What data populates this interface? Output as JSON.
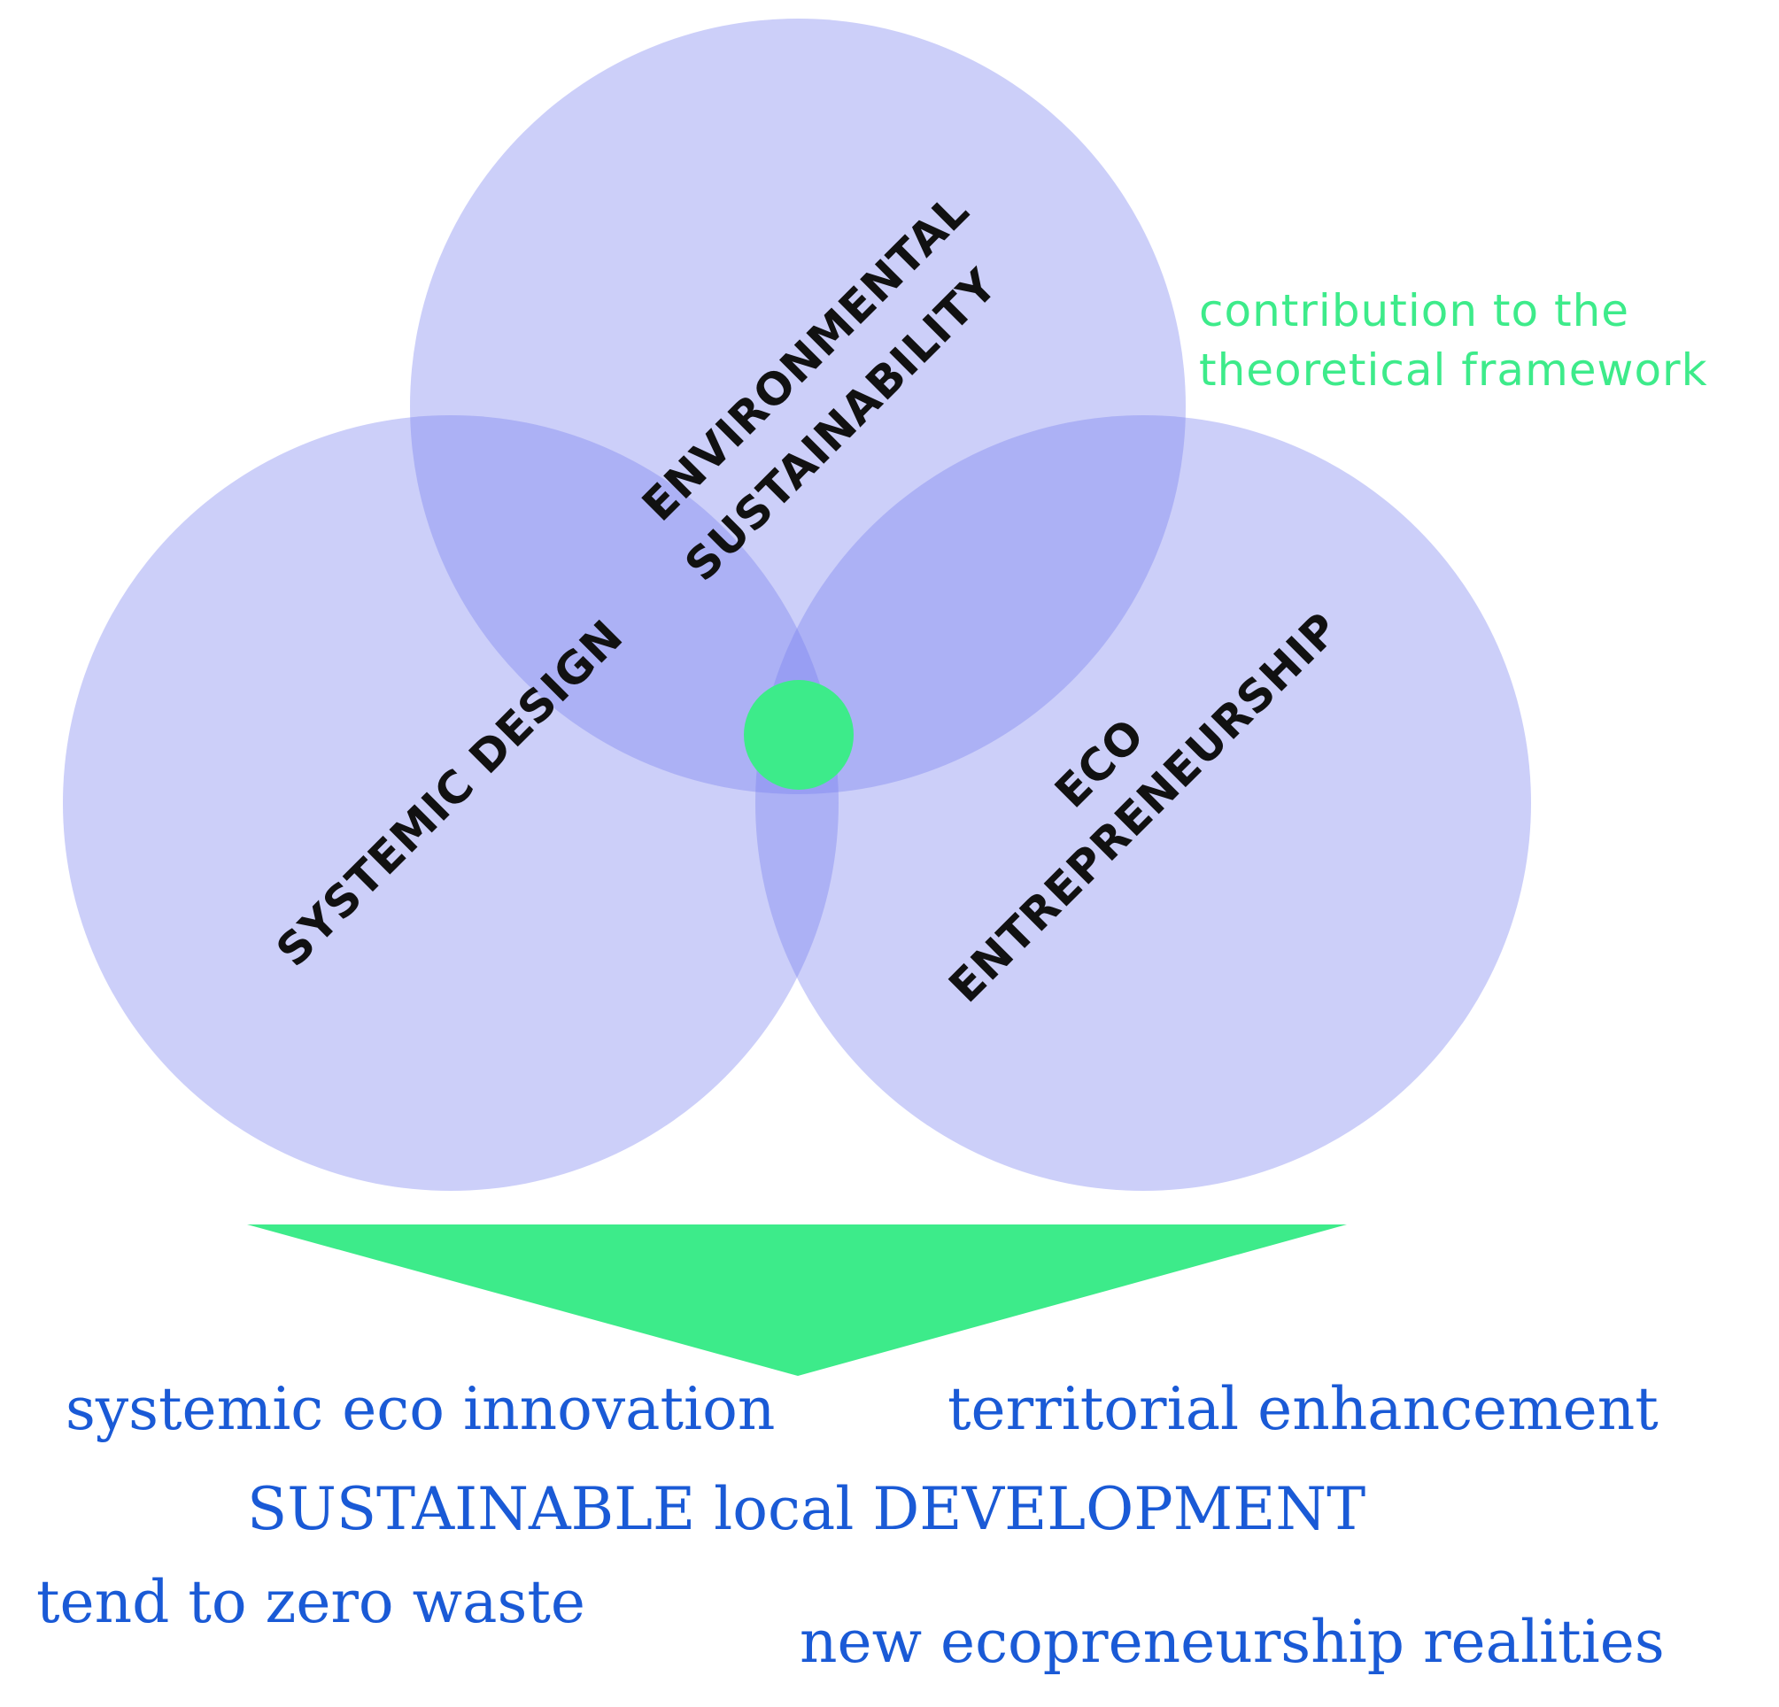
{
  "colors": {
    "circle_fill": "#7882f0",
    "accent_green": "#3deb8a",
    "outcome_blue": "#1a5ad6",
    "label_dark": "#111111"
  },
  "circles": {
    "top": "ENVIRONMENTAL SUSTAINABILITY",
    "left": "SYSTEMIC DESIGN",
    "right": "ECO ENTREPRENEURSHIP"
  },
  "labels": {
    "env_line1": "ENVIRONMENTAL",
    "env_line2": "SUSTAINABILITY",
    "systemic": "SYSTEMIC DESIGN",
    "eco_line1": "ECO",
    "eco_line2": "ENTREPRENEURSHIP"
  },
  "note": {
    "line1": "contribution to the",
    "line2": "theoretical framework"
  },
  "outcomes": {
    "systemic_eco_innovation": "systemic eco innovation",
    "territorial_enhancement": "territorial enhancement",
    "sustainable_local_development": "SUSTAINABLE local DEVELOPMENT",
    "zero_waste": "tend to zero waste",
    "new_realities": "new ecopreneurship realities"
  }
}
